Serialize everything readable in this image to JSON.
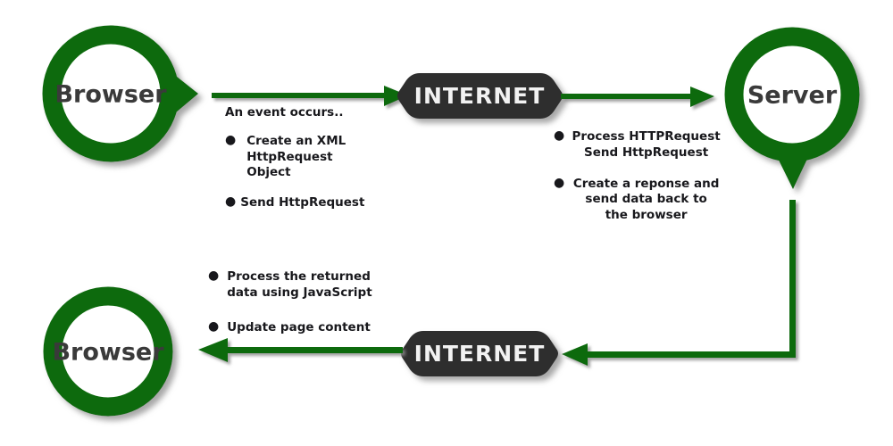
{
  "diagram": {
    "title": "AJAX request-response flow",
    "colors": {
      "green": "#0d6b0d",
      "badge_dark": "#2e2e2e",
      "badge_text": "#f2f2f2",
      "node_text": "#3a3a3a",
      "note_text": "#18181c",
      "background": "#ffffff",
      "shadow": "#a9a9a9"
    },
    "nodes": [
      {
        "id": "browser-top",
        "label": "Browser",
        "shape": "ring-with-tail-right"
      },
      {
        "id": "internet-top",
        "label": "INTERNET",
        "shape": "hex-badge"
      },
      {
        "id": "server",
        "label": "Server",
        "shape": "ring-with-tail-down"
      },
      {
        "id": "internet-bottom",
        "label": "INTERNET",
        "shape": "hex-badge"
      },
      {
        "id": "browser-bottom",
        "label": "Browser",
        "shape": "ring"
      }
    ],
    "arrows": [
      {
        "id": "browser-to-internet-top",
        "direction": "right"
      },
      {
        "id": "internet-to-server",
        "direction": "right"
      },
      {
        "id": "server-down-connector",
        "direction": "down-then-left"
      },
      {
        "id": "internet-to-browser",
        "direction": "left"
      }
    ],
    "notes": {
      "request": {
        "caption": "An event occurs..",
        "bullets": [
          {
            "marker": "●",
            "text": "Create an XML\nHttpRequest Object"
          },
          {
            "marker": "●",
            "text": "Send HttpRequest"
          }
        ]
      },
      "server": {
        "bullets": [
          {
            "marker": "●",
            "text": "Process HTTPRequest\nSend HttpRequest"
          },
          {
            "marker": "●",
            "text": "Create a reponse and\nsend data back to\nthe browser"
          }
        ]
      },
      "client": {
        "bullets": [
          {
            "marker": "●",
            "text": "Process the returned\ndata using JavaScript"
          },
          {
            "marker": "●",
            "text": "Update page content"
          }
        ]
      }
    }
  }
}
